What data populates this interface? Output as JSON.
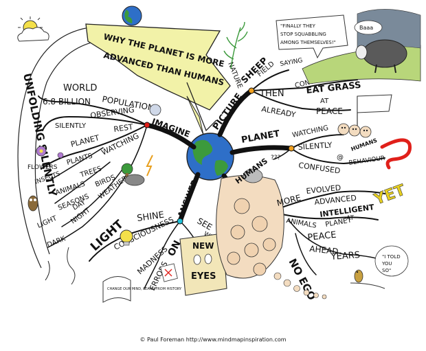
{
  "title": {
    "line1": "WHY THE PLANET IS MORE",
    "line2": "ADVANCED THAN HUMANS"
  },
  "left_side": {
    "unfolding": "UNFOLDING SILENTLY"
  },
  "imagine_branch": {
    "main": "IMAGINE",
    "world": "WORLD",
    "billion": "6.8 BILLION",
    "population": "POPULATION",
    "silently": "SILENTLY",
    "observing": "OBSERVING",
    "planet": "PLANET",
    "rest": "REST",
    "watching": "WATCHING",
    "flowers": "FLOWERS",
    "plants": "PLANTS",
    "insects": "INSECTS",
    "trees": "TREES",
    "animals": "ANIMALS",
    "birds": "BIRDS",
    "seasons": "SEASONS",
    "weather": "WEATHER",
    "day": "DAY",
    "night": "NIGHT",
    "light": "LIGHT",
    "dark": "DARK"
  },
  "answer_branch": {
    "main": "ANSWER",
    "shine": "SHINE",
    "light": "LIGHT",
    "consciousness": "CONSCIOUSNESS",
    "on": "ON",
    "madness": "MADNESS",
    "errors": "ERRORS",
    "see": "SEE",
    "with": "WITH",
    "new": "NEW",
    "eyes": "EYES",
    "book_text": "CHANGE OUR MIND, LEARN FROM HISTORY"
  },
  "picture_branch": {
    "main": "PICTURE",
    "nature": "NATURE",
    "sheep": "SHEEP",
    "field": "FIELD",
    "saying": "SAYING",
    "then": "THEN",
    "continuing": "CONTINUING",
    "eat_grass": "EAT GRASS",
    "already": "ALREADY",
    "at": "AT",
    "peace": "PEACE",
    "speech": "\"FINALLY THEY STOP SQUABBLING AMONG THEMSELVES!\"",
    "baaa": "Baaa"
  },
  "planet_branch": {
    "main": "PLANET",
    "watching": "WATCHING",
    "silently": "SILENTLY",
    "confused": "CONFUSED",
    "at": "@",
    "humans": "HUMANS",
    "behaviour": "BEHAVIOUR",
    "question": "???"
  },
  "humans_branch": {
    "main": "HUMANS",
    "more": "MORE",
    "evolved": "EVOLVED",
    "advanced": "ADVANCED",
    "intelligent": "INTELLIGENT",
    "yet": "YET",
    "animals": "ANIMALS",
    "planet": "PLANET",
    "at": "AT",
    "peace": "PEACE",
    "ahead": "AHEAD",
    "years": "YEARS",
    "no_ego": "NO EGO",
    "told_you": "\"I TOLD YOU SO\""
  },
  "credit": "© Paul Foreman http://www.mindmapinspiration.com",
  "colors": {
    "node_red": "#e0201a",
    "node_orange": "#f0a020",
    "node_cyan": "#20c0d8",
    "node_green": "#20c020",
    "globe_blue": "#2e6fc8",
    "globe_green": "#3c9a3c",
    "title_yellow": "#f2f2a8",
    "sun_yellow": "#f4e04a"
  }
}
